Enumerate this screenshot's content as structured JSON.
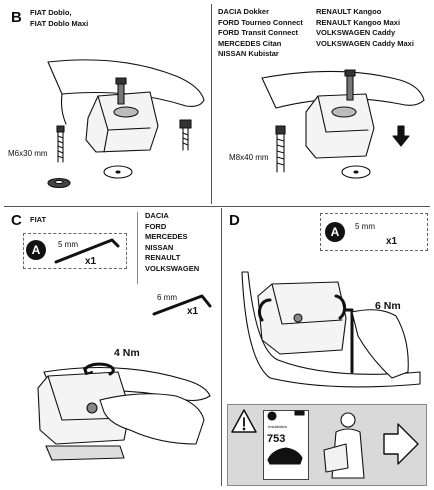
{
  "sectionB": {
    "letter": "B",
    "left_models": [
      "FIAT Doblo,",
      "FIAT Doblo Maxi"
    ],
    "right_models_col1": [
      "DACIA Dokker",
      "FORD Tourneo Connect",
      "FORD Transit Connect",
      "MERCEDES Citan",
      "NISSAN Kubistar"
    ],
    "right_models_col2": [
      "RENAULT Kangoo",
      "RENAULT Kangoo Maxi",
      "VOLKSWAGEN Caddy",
      "VOLKSWAGEN Caddy Maxi"
    ],
    "bolt_left": "M6x30 mm",
    "bolt_right": "M8x40 mm"
  },
  "sectionC": {
    "letter": "C",
    "label": "FIAT",
    "brands": [
      "DACIA",
      "FORD",
      "MERCEDES",
      "NISSAN",
      "RENAULT",
      "VOLKSWAGEN"
    ],
    "tool_a_badge": "A",
    "tool_a_size": "5 mm",
    "tool_a_qty": "x1",
    "tool_b_size": "6 mm",
    "tool_b_qty": "x1",
    "torque": "4 Nm"
  },
  "sectionD": {
    "letter": "D",
    "tool_a_badge": "A",
    "tool_a_size": "5 mm",
    "tool_a_qty": "x1",
    "torque": "6 Nm"
  },
  "info": {
    "booklet_number": "753",
    "booklet_title": "Installation"
  }
}
